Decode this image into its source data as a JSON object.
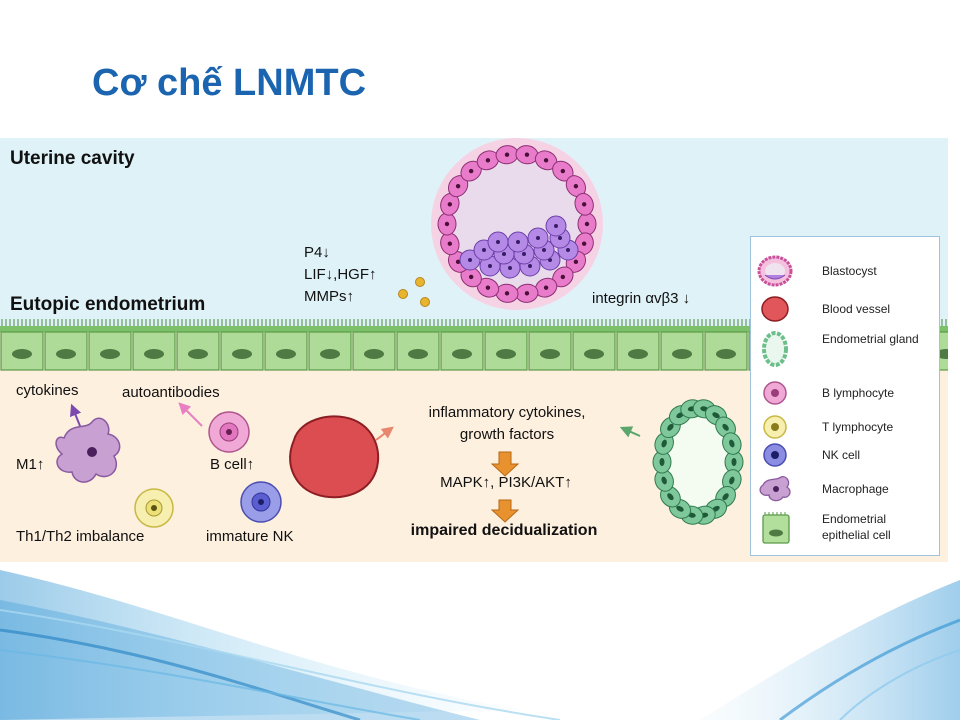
{
  "slide": {
    "title": "Cơ chế LNMTC"
  },
  "figure": {
    "uterine_cavity": "Uterine cavity",
    "eutopic_endometrium": "Eutopic endometrium",
    "p4": "P4↓",
    "lif_hgf": "LIF↓,HGF↑",
    "mmps": "MMPs↑",
    "integrin": "integrin αvβ3 ↓",
    "cytokines": "cytokines",
    "autoantibodies": "autoantibodies",
    "m1": "M1↑",
    "b_cell": "B cell↑",
    "th1_th2": "Th1/Th2 imbalance",
    "immature_nk": "immature NK",
    "inflammatory_1": "inflammatory cytokines,",
    "inflammatory_2": "growth factors",
    "mapk": "MAPK↑, PI3K/AKT↑",
    "impaired": "impaired decidualization"
  },
  "legend": {
    "items": [
      {
        "label": "Blastocyst",
        "icon": "blastocyst-icon"
      },
      {
        "label": "Blood vessel",
        "icon": "blood-vessel-icon"
      },
      {
        "label": "Endometrial gland",
        "icon": "endometrial-gland-icon"
      },
      {
        "label": "B lymphocyte",
        "icon": "b-lymphocyte-icon"
      },
      {
        "label": "T lymphocyte",
        "icon": "t-lymphocyte-icon"
      },
      {
        "label": "NK cell",
        "icon": "nk-cell-icon"
      },
      {
        "label": "Macrophage",
        "icon": "macrophage-icon"
      },
      {
        "label": "Endometrial epithelial cell",
        "icon": "endometrial-epithelial-cell-icon"
      }
    ]
  },
  "colors": {
    "title": "#1a64b0",
    "cavity": "#dff2f8",
    "tissue": "#fdf0df",
    "epithelium": "#a6d98f",
    "blastocyst": "#e27cc6",
    "blood_vessel": "#d6484c",
    "gland": "#7fc89c",
    "b_cell": "#ec8ac9",
    "t_cell": "#f4e98a",
    "nk_cell": "#6f72d6",
    "macrophage": "#b07fbe",
    "arrow": "#e8922f"
  }
}
